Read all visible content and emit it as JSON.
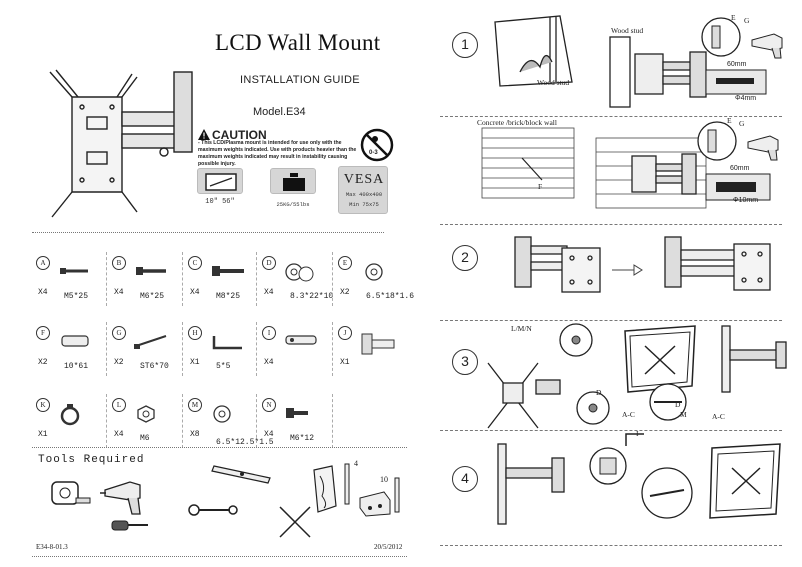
{
  "header": {
    "title": "LCD Wall Mount",
    "subtitle": "INSTALLATION GUIDE",
    "model": "Model.E34",
    "caution_heading": "CAUTION",
    "caution_text": " - This LCD/Plasma mount is intended for use only with the maximum weights indicated. Use with products heavier than the maximum weights indicated may result in instability causing possible injury.",
    "age_label": "0-3"
  },
  "specs": {
    "screen_size": "10\" 56\"",
    "weight": "25KG/55lbs",
    "vesa_title": "VESA",
    "vesa_max": "Max 400x400",
    "vesa_min": "Min 75x75"
  },
  "parts": [
    {
      "letter": "A",
      "qty": "X4",
      "size": "M5*25"
    },
    {
      "letter": "B",
      "qty": "X4",
      "size": "M6*25"
    },
    {
      "letter": "C",
      "qty": "X4",
      "size": "M8*25"
    },
    {
      "letter": "D",
      "qty": "X4",
      "size": "8.3*22*10"
    },
    {
      "letter": "E",
      "qty": "X2",
      "size": "6.5*18*1.6"
    },
    {
      "letter": "F",
      "qty": "X2",
      "size": "10*61"
    },
    {
      "letter": "G",
      "qty": "X2",
      "size": "ST6*70"
    },
    {
      "letter": "H",
      "qty": "X1",
      "size": "5*5"
    },
    {
      "letter": "I",
      "qty": "X4",
      "size": ""
    },
    {
      "letter": "J",
      "qty": "X1",
      "size": ""
    },
    {
      "letter": "K",
      "qty": "X1",
      "size": ""
    },
    {
      "letter": "L",
      "qty": "X4",
      "size": "M6"
    },
    {
      "letter": "M",
      "qty": "X8",
      "size": "6.5*12.5*1.5"
    },
    {
      "letter": "N",
      "qty": "X4",
      "size": "M6*12"
    }
  ],
  "tools": {
    "title": "Tools Required",
    "bit_a": "4",
    "bit_b": "10"
  },
  "footer": {
    "code": "E34-8-01.3",
    "date": "20/5/2012"
  },
  "steps": {
    "s1": {
      "number": "1",
      "wood_stud_a": "Wood stud",
      "wood_stud_b": "Wood stud",
      "label_e": "E",
      "label_g": "G",
      "dim_60": "60mm",
      "dim_phi": "Φ4mm",
      "concrete": "Concrete /brick/block wall",
      "label_f": "F",
      "label_e2": "E",
      "label_g2": "G",
      "dim_60b": "60mm",
      "dim_phi10": "Φ10mm"
    },
    "s2": {
      "number": "2"
    },
    "s3": {
      "number": "3",
      "lmn": "L/M/N",
      "d": "D",
      "ac1": "A-C",
      "d2": "D",
      "m": "M",
      "ac2": "A-C"
    },
    "s4": {
      "number": "4",
      "label_i": "I"
    }
  }
}
